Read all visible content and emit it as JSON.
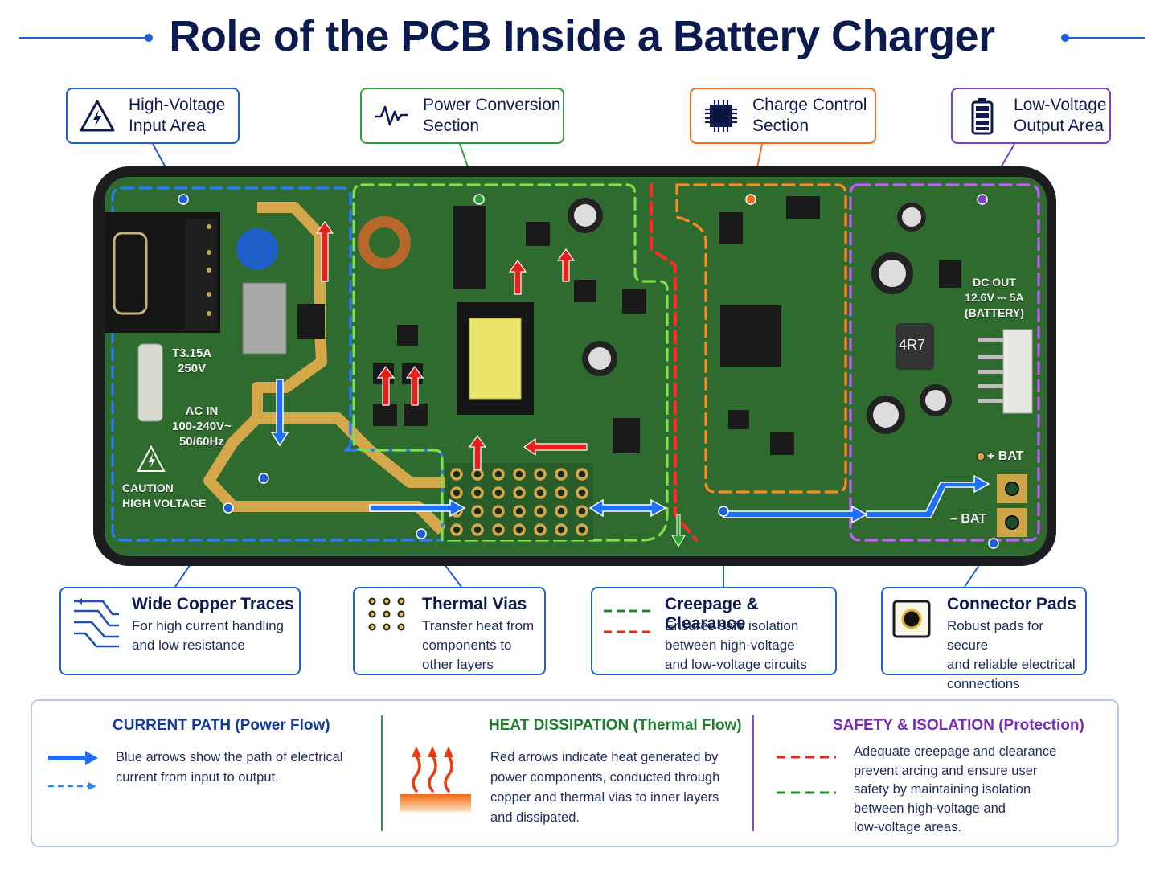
{
  "title": "Role of the PCB Inside a Battery Charger",
  "colors": {
    "title": "#0b1a4f",
    "input_blue": "#1e5fd6",
    "power_green": "#2e9e3a",
    "control_orange": "#f06a1f",
    "output_purple": "#7b3fc8",
    "pcb_green": "#2f6b2e",
    "copper": "#d4a84a",
    "heat_red": "#e8201c"
  },
  "top_callouts": [
    {
      "id": "high-voltage-input",
      "label": "High-Voltage\nInput Area",
      "icon": "high-voltage-warning-icon",
      "color": "#1e5fd6"
    },
    {
      "id": "power-conversion",
      "label": "Power Conversion\nSection",
      "icon": "waveform-icon",
      "color": "#2e9e3a"
    },
    {
      "id": "charge-control",
      "label": "Charge Control\nSection",
      "icon": "microchip-icon",
      "color": "#f06a1f"
    },
    {
      "id": "low-voltage-output",
      "label": "Low-Voltage\nOutput Area",
      "icon": "battery-icon",
      "color": "#7b3fc8"
    }
  ],
  "pcb_labels": {
    "fuse": "T3.15A\n250V",
    "ac_in": "AC IN\n100-240V~\n50/60Hz",
    "caution": "CAUTION\nHIGH VOLTAGE",
    "dc_out": "DC OUT\n12.6V ⎓ 5A\n(BATTERY)",
    "inductor": "4R7",
    "plus_bat": "+ BAT",
    "minus_bat": "– BAT"
  },
  "features": [
    {
      "id": "wide-copper-traces",
      "title": "Wide Copper Traces",
      "desc": "For high current handling\nand low resistance",
      "icon": "copper-traces-icon"
    },
    {
      "id": "thermal-vias",
      "title": "Thermal Vias",
      "desc": "Transfer heat from\ncomponents to\nother layers",
      "icon": "thermal-vias-icon"
    },
    {
      "id": "creepage-clearance",
      "title": "Creepage & Clearance",
      "desc": "Ensures safe isolation\nbetween high-voltage\nand low-voltage circuits",
      "icon": "dashed-lines-icon"
    },
    {
      "id": "connector-pads",
      "title": "Connector Pads",
      "desc": "Robust pads for secure\nand reliable electrical\nconnections",
      "icon": "connector-pad-icon"
    }
  ],
  "legend": {
    "current_path": {
      "title": "CURRENT PATH (Power Flow)",
      "desc": "Blue arrows show the path of electrical\ncurrent from input to output.",
      "color": "#123a9c"
    },
    "heat_dissipation": {
      "title": "HEAT DISSIPATION (Thermal Flow)",
      "desc": "Red arrows indicate heat generated by\npower components, conducted through\ncopper and thermal vias to inner layers\nand dissipated.",
      "color": "#1e7d2c"
    },
    "safety_isolation": {
      "title": "SAFETY & ISOLATION (Protection)",
      "desc": "Adequate creepage and clearance\nprevent arcing and ensure user\nsafety by maintaining isolation\nbetween high-voltage and\nlow-voltage areas.",
      "color": "#7a2bb8"
    }
  }
}
